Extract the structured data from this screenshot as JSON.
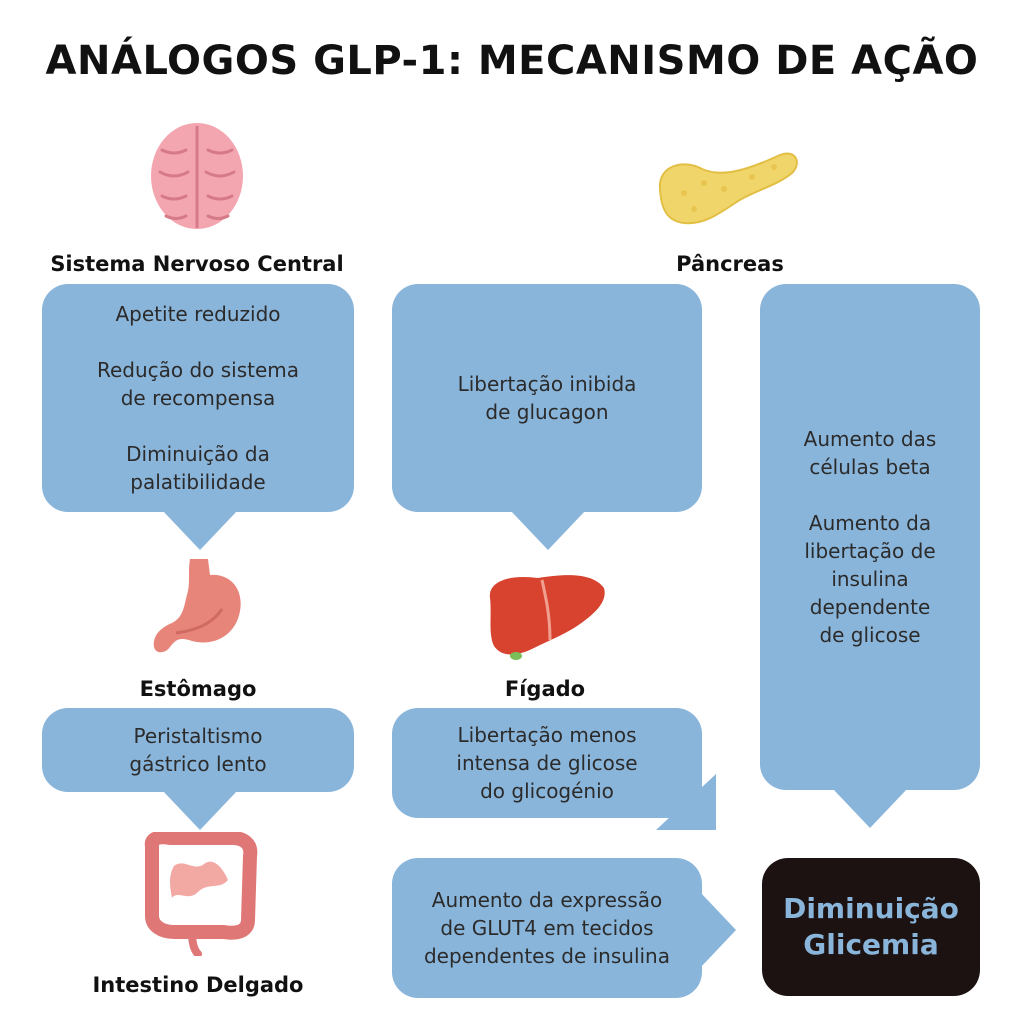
{
  "title": "ANÁLOGOS GLP-1: MECANISMO DE AÇÃO",
  "organs": {
    "snc": "Sistema Nervoso Central",
    "pancreas": "Pâncreas",
    "estomago": "Estômago",
    "figado": "Fígado",
    "intestino": "Intestino Delgado"
  },
  "boxes": {
    "snc": {
      "l1": "Apetite reduzido",
      "l2": "Redução do sistema",
      "l3": "de recompensa",
      "l4": "Diminuição da",
      "l5": "palatibilidade"
    },
    "pancreas_alpha": {
      "l1": "Libertação inibida",
      "l2": "de glucagon"
    },
    "pancreas_beta": {
      "l1": "Aumento das",
      "l2": "células beta",
      "l3": "Aumento da",
      "l4": "libertação de",
      "l5": "insulina",
      "l6": "dependente",
      "l7": "de glicose"
    },
    "estomago": {
      "l1": "Peristaltismo",
      "l2": "gástrico lento"
    },
    "figado": {
      "l1": "Libertação menos",
      "l2": "intensa de glicose",
      "l3": "do glicogénio"
    },
    "glut4": {
      "l1": "Aumento da expressão",
      "l2": "de GLUT4 em tecidos",
      "l3": "dependentes de insulina"
    }
  },
  "result": {
    "l1": "Diminuição",
    "l2": "Glicemia"
  },
  "colors": {
    "box": "#8ab5da",
    "result_bg": "#1d1212",
    "result_text": "#8ab5da",
    "brain": "#f4a6b0",
    "pancreas": "#f0d66a",
    "stomach": "#e8857b",
    "liver": "#d8432f",
    "intestine": "#e07777"
  }
}
